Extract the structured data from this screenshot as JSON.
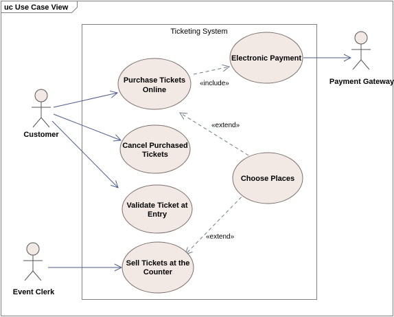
{
  "frame": {
    "title": "uc Use Case View"
  },
  "system": {
    "title": "Ticketing System"
  },
  "actors": [
    {
      "id": "customer",
      "label": "Customer"
    },
    {
      "id": "event-clerk",
      "label": "Event Clerk"
    },
    {
      "id": "payment-gateway",
      "label": "Payment Gateway"
    }
  ],
  "use_cases": [
    {
      "id": "purchase-tickets-online",
      "lines": [
        "Purchase Tickets",
        "Online"
      ]
    },
    {
      "id": "electronic-payment",
      "lines": [
        "Electronic Payment"
      ]
    },
    {
      "id": "cancel-purchased-tickets",
      "lines": [
        "Cancel Purchased",
        "Tickets"
      ]
    },
    {
      "id": "choose-places",
      "lines": [
        "Choose Places"
      ]
    },
    {
      "id": "validate-ticket-at-entry",
      "lines": [
        "Validate Ticket at",
        "Entry"
      ]
    },
    {
      "id": "sell-tickets-at-the-counter",
      "lines": [
        "Sell Tickets at the",
        "Counter"
      ]
    }
  ],
  "relationships": [
    {
      "from": "customer",
      "to": "purchase-tickets-online",
      "type": "association"
    },
    {
      "from": "customer",
      "to": "cancel-purchased-tickets",
      "type": "association"
    },
    {
      "from": "customer",
      "to": "validate-ticket-at-entry",
      "type": "association"
    },
    {
      "from": "event-clerk",
      "to": "sell-tickets-at-the-counter",
      "type": "association"
    },
    {
      "from": "electronic-payment",
      "to": "payment-gateway",
      "type": "association"
    },
    {
      "from": "purchase-tickets-online",
      "to": "electronic-payment",
      "type": "include",
      "label": "«include»"
    },
    {
      "from": "choose-places",
      "to": "purchase-tickets-online",
      "type": "extend",
      "label": "«extend»"
    },
    {
      "from": "choose-places",
      "to": "sell-tickets-at-the-counter",
      "type": "extend",
      "label": "«extend»"
    }
  ],
  "colors": {
    "use_case_fill": "#f3e9e4",
    "actor_fill": "#f3e9e4",
    "association_line": "#4a5a8a",
    "dependency_line": "#6a7a8a",
    "border": "#808080"
  }
}
